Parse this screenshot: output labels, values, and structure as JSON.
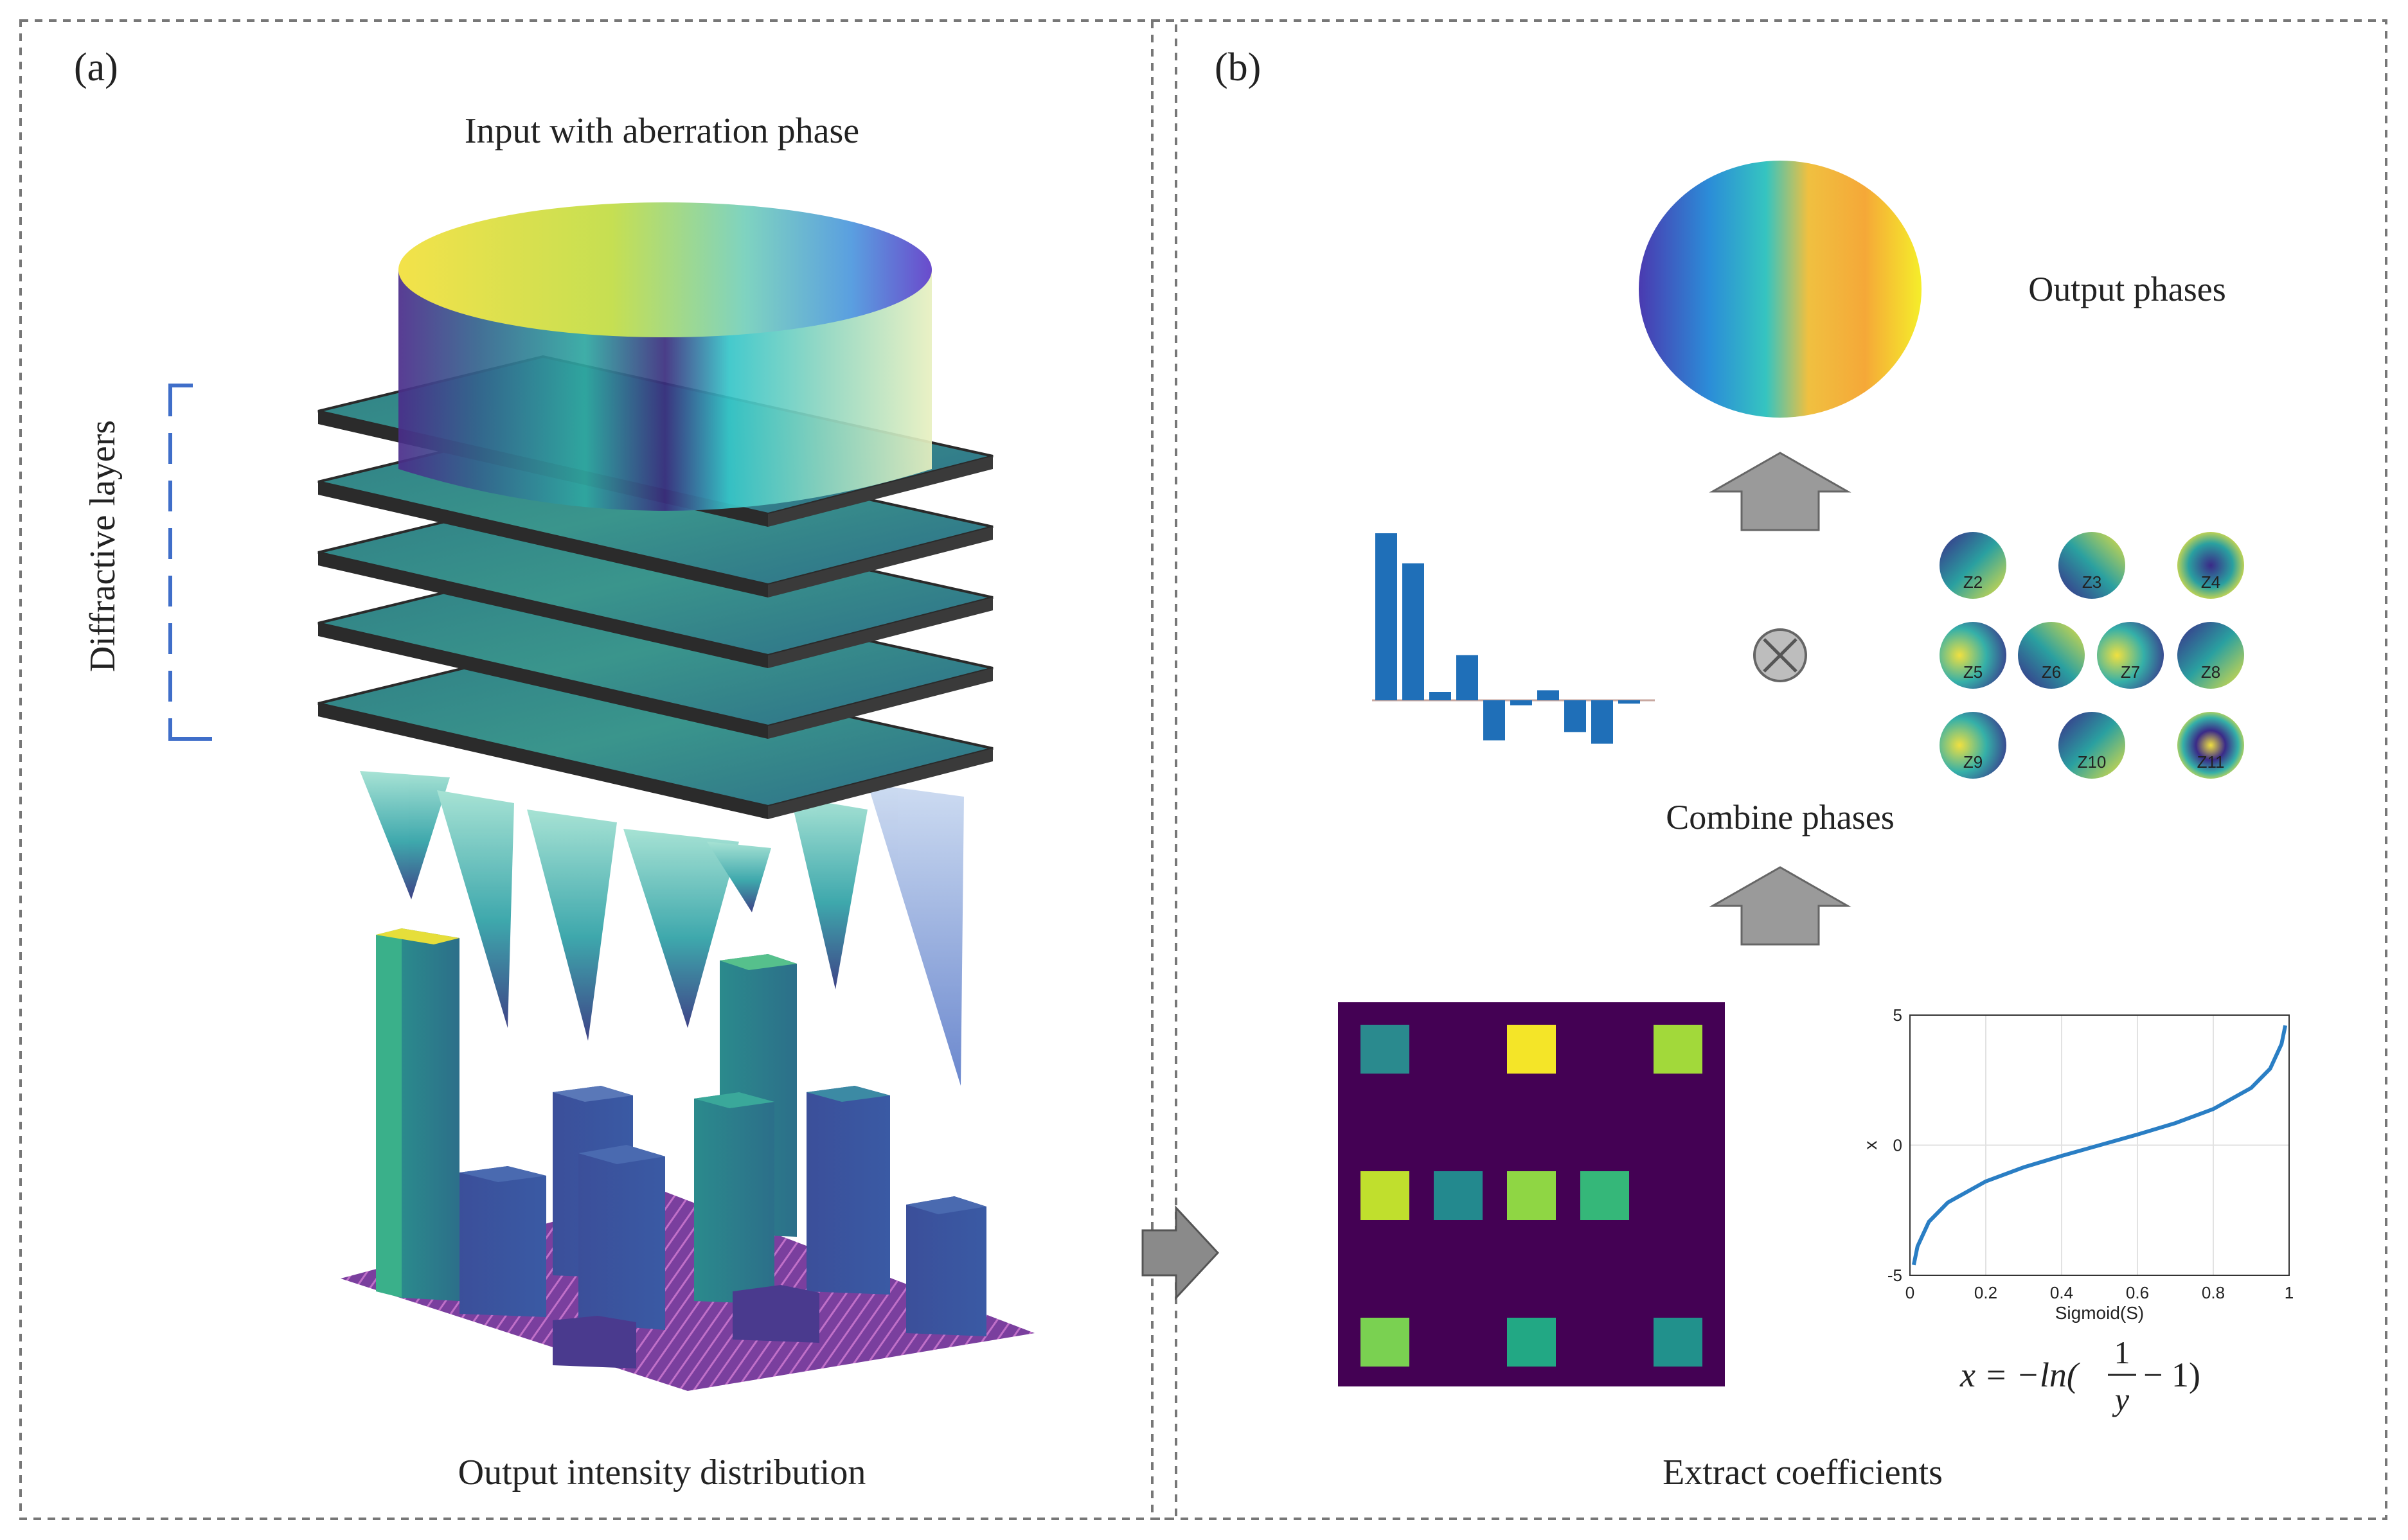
{
  "panel_a": {
    "label": "(a)",
    "title_top": "Input with aberration phase",
    "side_label": "Diffractive layers",
    "title_bottom": "Output intensity distribution"
  },
  "panel_b": {
    "label": "(b)",
    "output_phases": "Output phases",
    "combine_phases": "Combine phases",
    "extract_coefficients": "Extract coefficients",
    "zernike_labels": [
      "Z2",
      "Z3",
      "Z4",
      "Z5",
      "Z6",
      "Z7",
      "Z8",
      "Z9",
      "Z10",
      "Z11"
    ],
    "bar_values": [
      1.0,
      0.82,
      0.05,
      0.27,
      -0.24,
      -0.03,
      0.06,
      -0.19,
      -0.26,
      -0.02
    ],
    "grid_cells": [
      {
        "row": 0,
        "col": 0,
        "color": "#2a8a8e"
      },
      {
        "row": 0,
        "col": 2,
        "color": "#f4e528"
      },
      {
        "row": 0,
        "col": 4,
        "color": "#a2d93a"
      },
      {
        "row": 2,
        "col": 0,
        "color": "#c0df2d"
      },
      {
        "row": 2,
        "col": 1,
        "color": "#23898e"
      },
      {
        "row": 2,
        "col": 2,
        "color": "#8fd644"
      },
      {
        "row": 2,
        "col": 3,
        "color": "#35b779"
      },
      {
        "row": 4,
        "col": 0,
        "color": "#7ad151"
      },
      {
        "row": 4,
        "col": 2,
        "color": "#22a884"
      },
      {
        "row": 4,
        "col": 4,
        "color": "#21918c"
      }
    ],
    "formula": {
      "lhs": "x = −ln(",
      "numerator": "1",
      "denominator": "y",
      "rhs": "− 1)"
    }
  },
  "chart_data": {
    "type": "line",
    "xlabel": "Sigmoid(S)",
    "ylabel": "x",
    "xlim": [
      0,
      1
    ],
    "ylim": [
      -5,
      5
    ],
    "xticks": [
      "0",
      "0.2",
      "0.4",
      "0.6",
      "0.8",
      "1"
    ],
    "yticks": [
      "5",
      "0",
      "-5"
    ],
    "grid": true,
    "series": [
      {
        "x": [
          0.01,
          0.02,
          0.05,
          0.1,
          0.2,
          0.3,
          0.4,
          0.5,
          0.6,
          0.7,
          0.8,
          0.9,
          0.95,
          0.98,
          0.99
        ],
        "y": [
          -4.6,
          -3.89,
          -2.94,
          -2.2,
          -1.39,
          -0.85,
          -0.41,
          0,
          0.41,
          0.85,
          1.39,
          2.2,
          2.94,
          3.89,
          4.6
        ]
      }
    ]
  }
}
